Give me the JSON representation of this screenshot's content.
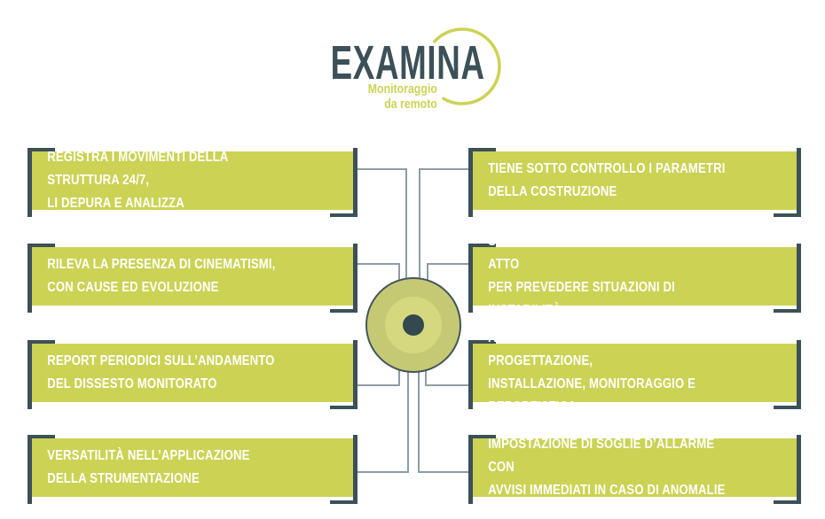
{
  "logo": {
    "title": "EXAMINA",
    "subtitle": "Monitoraggio\nda remoto"
  },
  "features": {
    "left": [
      {
        "text": "REGISTRA I MOVIMENTI DELLA STRUTTURA 24/7,\nLI DEPURA E ANALIZZA"
      },
      {
        "text": "RILEVA LA PRESENZA DI CINEMATISMI,\nCON CAUSE ED EVOLUZIONE"
      },
      {
        "text": "REPORT PERIODICI SULL’ANDAMENTO\nDEL DISSESTO MONITORATO"
      },
      {
        "text": "VERSATILITÀ NELL’APPLICAZIONE\nDELLA STRUMENTAZIONE"
      }
    ],
    "right": [
      {
        "text": "TIENE SOTTO CONTROLLO I PARAMETRI\nDELLA COSTRUZIONE"
      },
      {
        "text": "STIMA L’EVOLUZIONE DEL FENOMENO IN ATTO\nPER PREVEDERE SITUAZIONI DI INSTABILITÀ"
      },
      {
        "text": "ASSISTENZA COMPLETA: PROGETTAZIONE,\nINSTALLAZIONE, MONITORAGGIO E REPORTISTICA"
      },
      {
        "text": "IMPOSTAZIONE DI SOGLIE D’ALLARME CON\nAVVISI IMMEDIATI IN CASO DI ANOMALIE"
      }
    ]
  },
  "colors": {
    "green": "#ccd254",
    "slate": "#3c5058",
    "line": "#8c9ea5",
    "circle_outer": "#c6c973",
    "circle_inner": "#d6d87f"
  }
}
